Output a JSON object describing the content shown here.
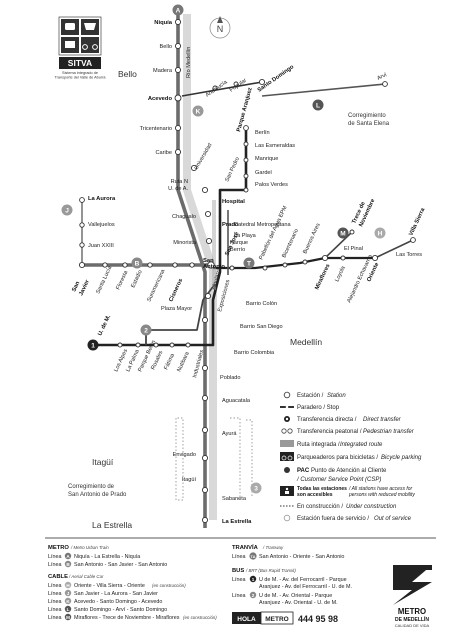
{
  "logo": {
    "name": "SITVA",
    "caption_1": "Sistema integrado de",
    "caption_2": "Transporte del Valle de Aburrá"
  },
  "compass": {
    "north": "N"
  },
  "areas": {
    "bello": "Bello",
    "santa_elena_1": "Corregimiento",
    "santa_elena_2": "de Santa Elena",
    "medellin": "Medellín",
    "itagui": "Itagüí",
    "san_antonio_1": "Corregimiento de",
    "san_antonio_2": "San Antonio de Prado",
    "la_estrella": "La Estrella"
  },
  "line_badges": {
    "A": "A",
    "B": "B",
    "J": "J",
    "K": "K",
    "L": "L",
    "M": "M",
    "H": "H",
    "T": "T",
    "one": "1",
    "two": "2",
    "three": "3"
  },
  "stations": {
    "niquia": "Niquía",
    "bello": "Bello",
    "madera": "Madera",
    "acevedo": "Acevedo",
    "tricentenario": "Tricentenario",
    "caribe": "Caribe",
    "universidad": "Universidad",
    "ruta_n_1": "Ruta N",
    "ruta_n_2": "U. de A.",
    "hospital": "Hospital",
    "prado": "Prado",
    "parque_berrio_1": "Parque",
    "parque_berrio_2": "Berrío",
    "san_antonio_1": "San",
    "san_antonio_2": "Antonio",
    "alpujarra": "Alpujarra",
    "exposiciones": "Exposiciones",
    "industriales": "Industriales",
    "poblado": "Poblado",
    "aguacatala": "Aguacatala",
    "ayura": "Ayurá",
    "envigado": "Envigado",
    "itagui": "Itagüí",
    "sabaneta": "Sabaneta",
    "la_estrella": "La Estrella",
    "andalucia": "Andalucía",
    "popular": "Popular",
    "santo_domingo": "Santo Domingo",
    "arvi": "Arví",
    "parque_arvi": "Parque Aranjuez",
    "berlin": "Berlín",
    "las_esmeraldas": "Las Esmeraldas",
    "manrique": "Manrique",
    "gardel": "Gardel",
    "palos_verdes": "Palos Verdes",
    "san_pedro": "San Pedro",
    "la_aurora": "La Aurora",
    "vallejuelos": "Vallejuelos",
    "juan_xxiii": "Juan XXIII",
    "chagualo": "Chagualo",
    "minorista": "Minorista",
    "catedral": "Catedral Metropolitana",
    "la_playa": "La Playa",
    "san_javier_1": "San",
    "san_javier_2": "Javier",
    "santa_lucia": "Santa Lucía",
    "floresta": "Floresta",
    "estadio": "Estadio",
    "suramericana": "Suramericana",
    "cisneros": "Cisneros",
    "plaza_mayor": "Plaza Mayor",
    "san_jose": "San José",
    "pabellon": "Pabellón del Agua EPM",
    "bicentenario": "Bicentenario",
    "buenos_aires": "Buenos Aires",
    "miraflores": "Miraflores",
    "loyola": "Loyola",
    "alejandro": "Alejandro Echavarría",
    "oriente": "Oriente",
    "el_pinal": "El Pinal",
    "trece_1": "Trece de",
    "trece_2": "Noviembre",
    "villa_sierra": "Villa Sierra",
    "las_torres": "Las Torres",
    "barrio_colon": "Barrio Colón",
    "barrio_san_diego": "Barrio San Diego",
    "barrio_colombia": "Barrio Colombia",
    "u_de_m": "U. de M.",
    "los_alpes": "Los Alpes",
    "la_palma": "La Palma",
    "parque_belen": "Parque Belén",
    "rosales": "Rosales",
    "fatima": "Fátima",
    "nutibara": "Nutibara",
    "rio_medellin": "Río Medellín"
  },
  "legend": {
    "estacion": "Estación /",
    "estacion_en": "Station",
    "paradero": "Paradero / Stop",
    "directa": "Transferencia directa /",
    "directa_en": "Direct transfer",
    "peatonal": "Transferencia peatonal /",
    "peatonal_en": "Pedestrian transfer",
    "integrada": "Ruta integrada /",
    "integrada_en": "Integrated route",
    "bicicletas": "Parqueaderos para bicicletas /",
    "bicicletas_en": "Bicycle parking",
    "pac_code": "PAC",
    "pac": "Punto de Atención al Cliente",
    "pac_en": "/ Customer Service Point (CSP)",
    "access_1": "Todas las estaciones",
    "access_2": "son accesibles",
    "access_en_1": "/ All stations have access for",
    "access_en_2": "persons with reduced mobility",
    "construccion": "En construcción /",
    "construccion_en": "Under construction",
    "fuera": "Estación fuera de servicio /",
    "fuera_en": "Out of service"
  },
  "footer": {
    "metro_title": "METRO",
    "metro_sub": "/ Metro Urban Train",
    "metro_rows": [
      {
        "prefix": "Línea",
        "badge": "A",
        "text": "Niquía - La Estrella - Niquía"
      },
      {
        "prefix": "Línea",
        "badge": "B",
        "text": "San Antonio - San Javier - San Antonio"
      }
    ],
    "cable_title": "CABLE",
    "cable_sub": "/ Aerial Cable Car",
    "cable_rows": [
      {
        "prefix": "Línea",
        "badge": "H",
        "text": "Oriente - Villa Sierra - Oriente",
        "note": "(en construcción)"
      },
      {
        "prefix": "Línea",
        "badge": "J",
        "text": "San Javier - La Aurora - San Javier",
        "note": ""
      },
      {
        "prefix": "Línea",
        "badge": "K",
        "text": "Acevedo - Santo Domingo - Acevedo",
        "note": ""
      },
      {
        "prefix": "Línea",
        "badge": "L",
        "text": "Santo Domingo - Arví - Santo Domingo",
        "note": ""
      },
      {
        "prefix": "Línea",
        "badge": "M",
        "text": "Miraflores - Trece de Noviembre - Miraflores",
        "note": "(en construcción)"
      }
    ],
    "tram_title": "TRANVÍA",
    "tram_sub": "/ Tramway",
    "tram_row": {
      "prefix": "Línea",
      "badge": "TA",
      "text": "San Antonio - Oriente - San Antonio"
    },
    "bus_title": "BUS",
    "bus_sub": "/ BRT (Bus Rapid Transit)",
    "bus_rows": [
      {
        "prefix": "Línea",
        "badge": "1",
        "line1": "U de M. - Av. del Ferrocarril - Parque",
        "line2": "Aranjuez - Av. del Ferrocarril - U. de M."
      },
      {
        "prefix": "Línea",
        "badge": "2",
        "line1": "U de M. - Av. Oriental - Parque",
        "line2": "Aranjuez - Av. Oriental - U. de M."
      }
    ],
    "hola_1": "HOLA",
    "hola_2": "METRO",
    "phone": "444 95 98",
    "brand_1": "METRO",
    "brand_2": "DE MEDELLÍN",
    "brand_3": "CALIDAD DE VIDA"
  }
}
